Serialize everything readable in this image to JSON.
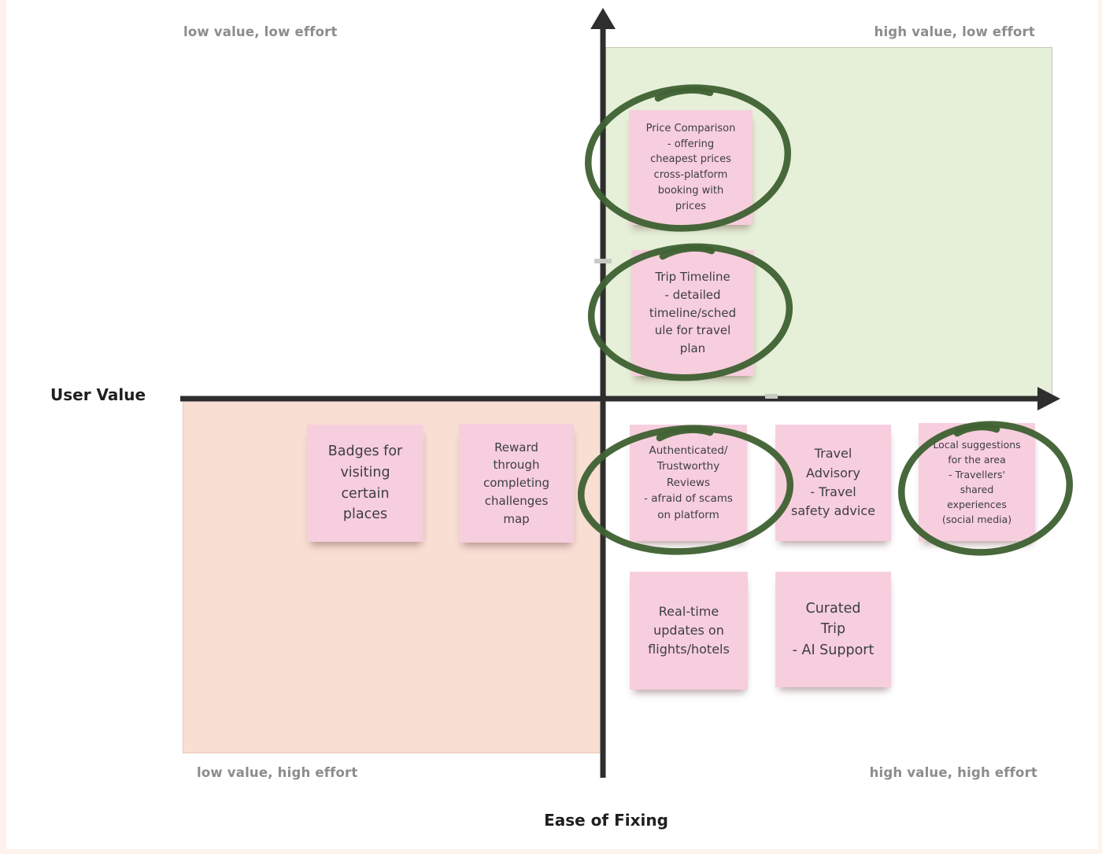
{
  "matrix": {
    "y_axis_label": "User Value",
    "x_axis_label": "Ease of Fixing",
    "quadrant_labels": {
      "top_left": "low value, low effort",
      "top_right": "high value, low effort",
      "bottom_left": "low value, high effort",
      "bottom_right": "high value, high effort"
    }
  },
  "colors": {
    "quadrant_green": "#e6efd7",
    "quadrant_pink": "#f8ded3",
    "sticky_pink": "#f7cede",
    "circle_green": "#3f6233",
    "axis_dark": "#2e2e2e",
    "quadrant_label_gray": "#8c8c8c",
    "note_text": "#3d3d44"
  },
  "notes": [
    {
      "id": "price-comparison",
      "text": "Price Comparison\n- offering\ncheapest prices\ncross-platform\nbooking with\nprices",
      "circled": true,
      "quadrant": "high value, low effort"
    },
    {
      "id": "trip-timeline",
      "text": "Trip Timeline\n- detailed\ntimeline/sched\nule for travel\nplan",
      "circled": true,
      "quadrant": "high value, low effort"
    },
    {
      "id": "badges-places",
      "text": "Badges for\nvisiting\ncertain\nplaces",
      "circled": false,
      "quadrant": "low value, high effort"
    },
    {
      "id": "reward-challenges",
      "text": "Reward\nthrough\ncompleting\nchallenges\nmap",
      "circled": false,
      "quadrant": "low value, high effort"
    },
    {
      "id": "authenticated-reviews",
      "text": "Authenticated/\nTrustworthy\nReviews\n- afraid of scams\non platform",
      "circled": true,
      "quadrant": "high value, high effort"
    },
    {
      "id": "travel-advisory",
      "text": "Travel\nAdvisory\n- Travel\nsafety advice",
      "circled": false,
      "quadrant": "high value, high effort"
    },
    {
      "id": "local-suggestions",
      "text": "Local suggestions\nfor the area\n- Travellers'\nshared\nexperiences\n(social media)",
      "circled": true,
      "quadrant": "high value, high effort"
    },
    {
      "id": "realtime-updates",
      "text": "Real-time\nupdates on\nflights/hotels",
      "circled": false,
      "quadrant": "high value, high effort"
    },
    {
      "id": "curated-trip",
      "text": "Curated\nTrip\n- AI Support",
      "circled": false,
      "quadrant": "high value, high effort"
    }
  ]
}
